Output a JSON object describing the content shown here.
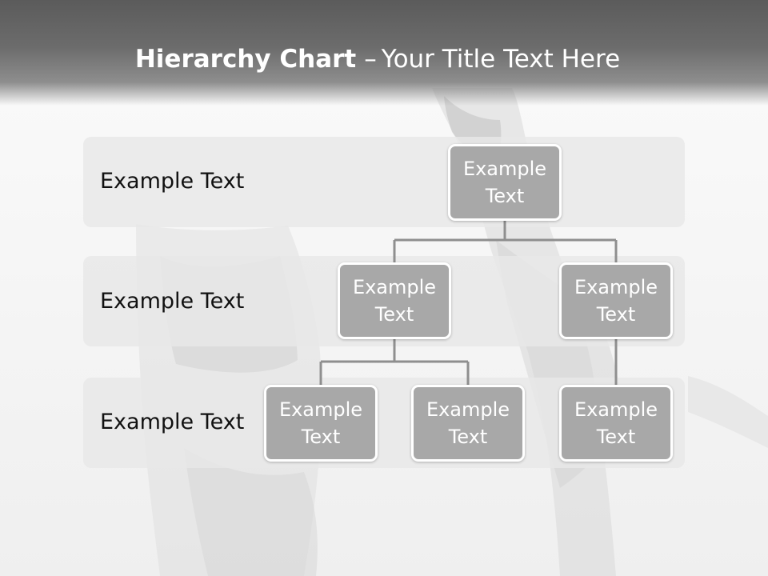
{
  "slide": {
    "title_bold": "Hierarchy Chart",
    "title_separator": "–",
    "title_rest": "Your Title Text Here"
  },
  "levels": [
    {
      "label": "Example Text"
    },
    {
      "label": "Example Text"
    },
    {
      "label": "Example Text"
    }
  ],
  "nodes": {
    "root": "Example Text",
    "level2_left": "Example Text",
    "level2_right": "Example Text",
    "level3_left": "Example Text",
    "level3_middle": "Example Text",
    "level3_right": "Example Text"
  },
  "colors": {
    "header": "#5b5b5b",
    "node_fill": "#a8a8a8",
    "node_border": "#ffffff",
    "connector": "#8f8f8f",
    "band": "#e8e8e8"
  }
}
